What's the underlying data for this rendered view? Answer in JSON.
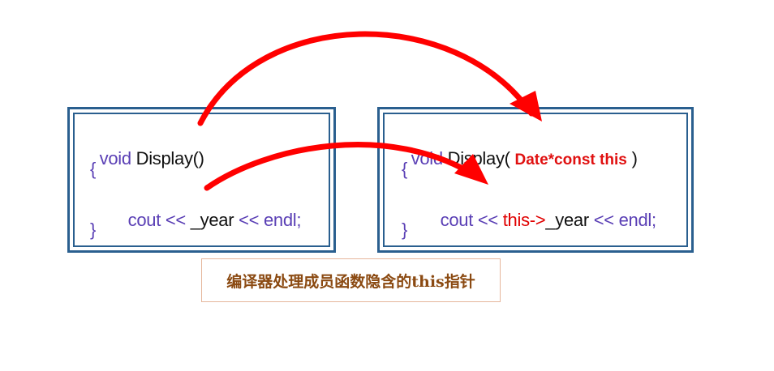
{
  "left_code": {
    "line1_kw": "void",
    "line1_id": "Display()",
    "line2": "{",
    "line3_a": "cout <<",
    "line3_b": "_year",
    "line3_c": "<< endl;",
    "line4": "}"
  },
  "right_code": {
    "line1_kw": "void",
    "line1_id": "Display(",
    "line1_param": "Date*const this",
    "line1_close": ")",
    "line2": "{",
    "line3_a": "cout <<",
    "line3_this": "this->",
    "line3_b": "_year",
    "line3_c": "<< endl;",
    "line4": "}"
  },
  "caption": "编译器处理成员函数隐含的this指针",
  "colors": {
    "box_border": "#2a5f8f",
    "keyword": "#5a3fb5",
    "arrow": "#ff0000",
    "caption_text": "#8b4a12",
    "caption_border": "#e6b79c"
  }
}
